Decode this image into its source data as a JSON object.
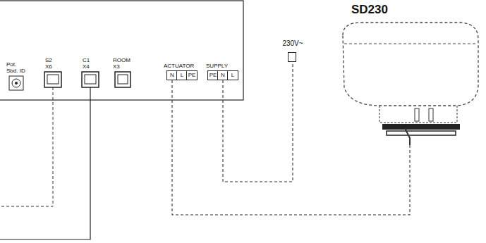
{
  "diagram": {
    "nodes": [
      {
        "text": [
          "Pot. Sbd. ID",
          "S2 X6",
          "C1 X4",
          "ROOM X3",
          "ACTUATOR",
          "SUPPLY"
        ]
      },
      {
        "text": [
          "N"
        ],
        "in": 0
      },
      {
        "text": [
          "L"
        ],
        "in": 0
      },
      {
        "text": [
          "PE"
        ],
        "in": 0
      },
      {
        "text": [
          "PE"
        ],
        "in": 0
      },
      {
        "text": [
          "N"
        ],
        "in": 0
      },
      {
        "text": [
          "L"
        ],
        "in": 0
      },
      {
        "text": [
          "230V~"
        ]
      },
      {
        "text": [
          "SD230"
        ]
      }
    ],
    "edges": [
      {
        "from": 1,
        "to": 8,
        "arrow": "none"
      },
      {
        "from": 5,
        "to": 7,
        "arrow": "none"
      }
    ]
  }
}
